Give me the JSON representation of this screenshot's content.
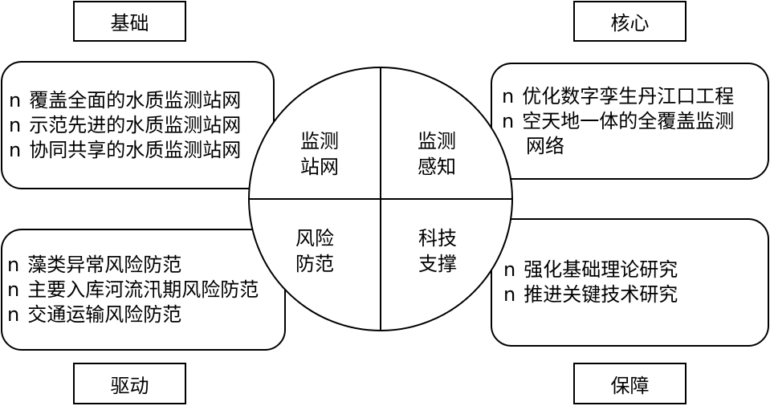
{
  "labels": {
    "top_left": "基础",
    "top_right": "核心",
    "bottom_left": "驱动",
    "bottom_right": "保障"
  },
  "panels": {
    "top_left": [
      {
        "bullet": "n",
        "text": "覆盖全面的水质监测站网"
      },
      {
        "bullet": "n",
        "text": "示范先进的水质监测站网"
      },
      {
        "bullet": "n",
        "text": "协同共享的水质监测站网"
      }
    ],
    "top_right": [
      {
        "bullet": "n",
        "text": "优化数字孪生丹江口工程"
      },
      {
        "bullet": "n",
        "text": "空天地一体的全覆盖监测",
        "cont": "网络"
      }
    ],
    "bottom_left": [
      {
        "bullet": "n",
        "text": "藻类异常风险防范"
      },
      {
        "bullet": "n",
        "text": "主要入库河流汛期风险防范"
      },
      {
        "bullet": "n",
        "text": "交通运输风险防范"
      }
    ],
    "bottom_right": [
      {
        "bullet": "n",
        "text": "强化基础理论研究"
      },
      {
        "bullet": "n",
        "text": "推进关键技术研究"
      }
    ]
  },
  "quadrants": {
    "top_left": [
      "监测",
      "站网"
    ],
    "top_right": [
      "监测",
      "感知"
    ],
    "bottom_left": [
      "风险",
      "防范"
    ],
    "bottom_right": [
      "科技",
      "支撑"
    ]
  }
}
